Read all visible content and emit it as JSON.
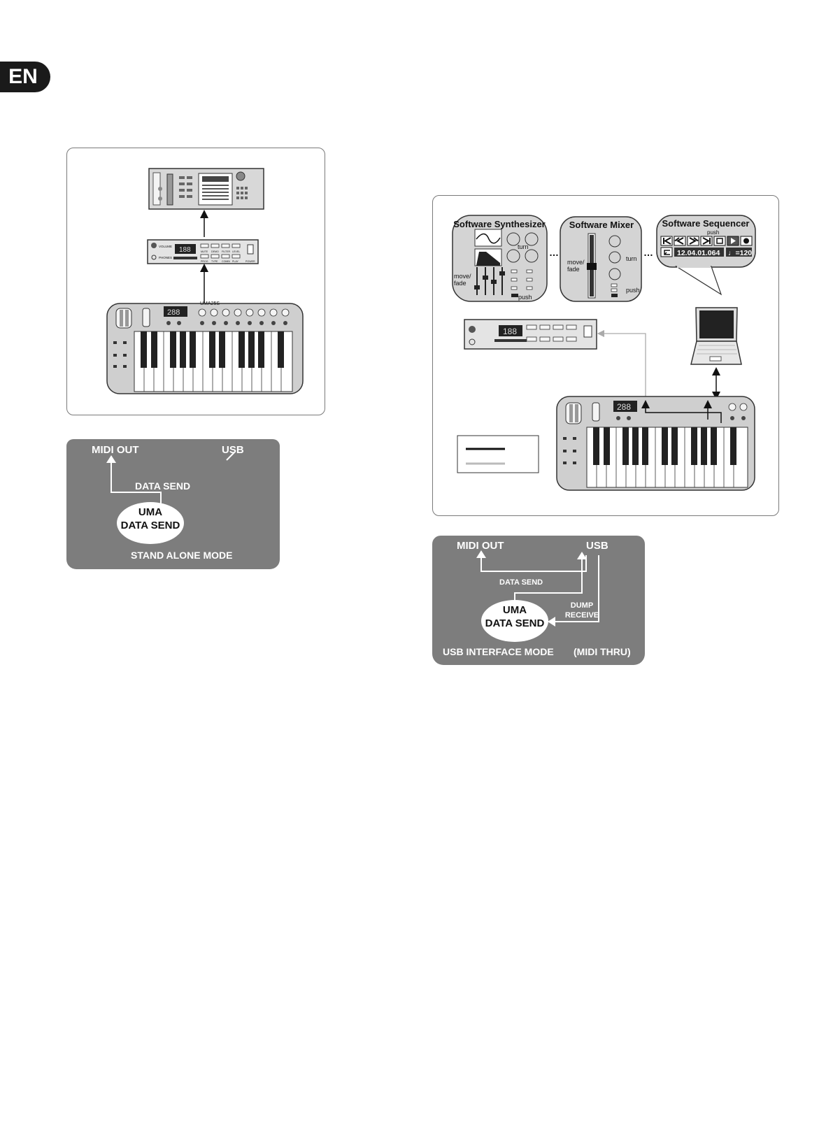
{
  "language_tab": "EN",
  "figure_left": {
    "device_labels": {
      "module_volume": "VOLUME",
      "module_phones": "PHONES",
      "module_display": "188",
      "module_buttons_top": [
        "MUTE",
        "DEMO",
        "FILTER",
        "LEVEL"
      ],
      "module_buttons_bottom": [
        "PROG",
        "TYPE",
        "COMBI",
        "PLAY"
      ],
      "module_power": "POWER",
      "keyboard_display": "288",
      "keyboard_model": "UMA25S"
    }
  },
  "mode_panel_left": {
    "midi_out": "MIDI OUT",
    "usb": "USB",
    "data_send": "DATA SEND",
    "uma_line1": "UMA",
    "uma_line2": "DATA SEND",
    "mode": "STAND ALONE MODE"
  },
  "figure_right": {
    "synth_title": "Software Synthesizer",
    "mixer_title": "Software Mixer",
    "sequencer_title": "Software Sequencer",
    "synth_turn": "turn",
    "synth_move_fade_1": "move/",
    "synth_move_fade_2": "fade",
    "synth_push": "push",
    "mixer_move_fade_1": "move/",
    "mixer_move_fade_2": "fade",
    "mixer_turn": "turn",
    "mixer_push": "push",
    "seq_push": "push",
    "seq_position": "12.04.01.064",
    "seq_tempo": "♩=120",
    "module_display": "188",
    "keyboard_display": "288"
  },
  "mode_panel_right": {
    "midi_out": "MIDI OUT",
    "usb": "USB",
    "data_send": "DATA SEND",
    "dump_line1": "DUMP",
    "dump_line2": "RECEIVE",
    "uma_line1": "UMA",
    "uma_line2": "DATA SEND",
    "mode": "USB INTERFACE MODE",
    "midi_thru": "(MIDI THRU)"
  }
}
